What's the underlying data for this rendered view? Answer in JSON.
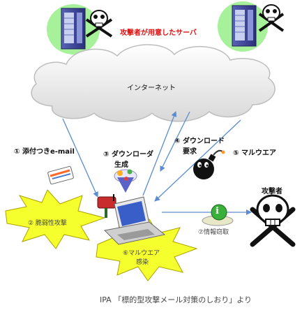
{
  "servers_label": "攻撃者が用意したサーバ",
  "internet_label": "インターネット",
  "steps": {
    "s1": "① 添付つきe-mail",
    "s2": "② 脆弱性攻撃",
    "s3_line1": "③ ダウンローダ",
    "s3_line2": "生成",
    "s4_line1": "④ ダウンロード",
    "s4_line2": "要求",
    "s5": "⑤ マルウエア",
    "s6_line1": "⑥マルウエア",
    "s6_line2": "感染",
    "s7": "⑦情報窃取"
  },
  "attacker_label": "攻撃者",
  "info_icon_glyph": "i",
  "source_caption": "IPA 「標的型攻撃メール対策のしおり」より"
}
